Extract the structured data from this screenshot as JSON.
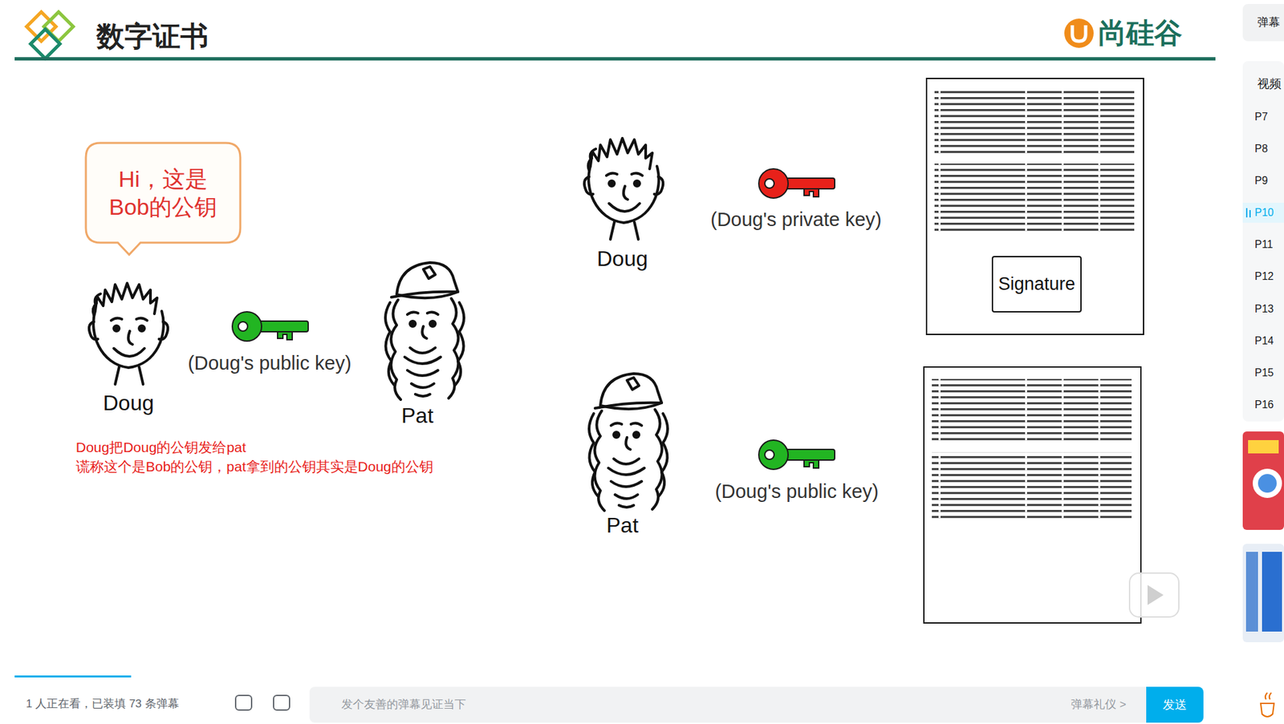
{
  "diagram": {
    "title": "数字证书",
    "nodes": [
      {
        "text": [
          "Hi，这是 Bob的公钥"
        ]
      },
      {
        "text": [
          "Signature"
        ]
      },
      {
        "text": [
          "弹幕"
        ]
      },
      {
        "text": [
          "发个友善的弹幕见证当下",
          "弹幕礼仪 >"
        ]
      },
      {
        "text": [
          "发送"
        ]
      }
    ],
    "edges": [],
    "labels": [
      "Doug",
      "(Doug's public key)",
      "Pat",
      "Doug把Doug的公钥发给pat",
      "谎称这个是Bob的公钥，pat拿到的公钥其实是Doug的公钥",
      "Doug",
      "(Doug's private key)",
      "Pat",
      "(Doug's public key)",
      "尚硅谷",
      "1 人正在看，已装填 73 条弹幕",
      "视频",
      "P7",
      "P8",
      "P9",
      "P10",
      "P11",
      "P12",
      "P13",
      "P14",
      "P15",
      "P16"
    ]
  }
}
